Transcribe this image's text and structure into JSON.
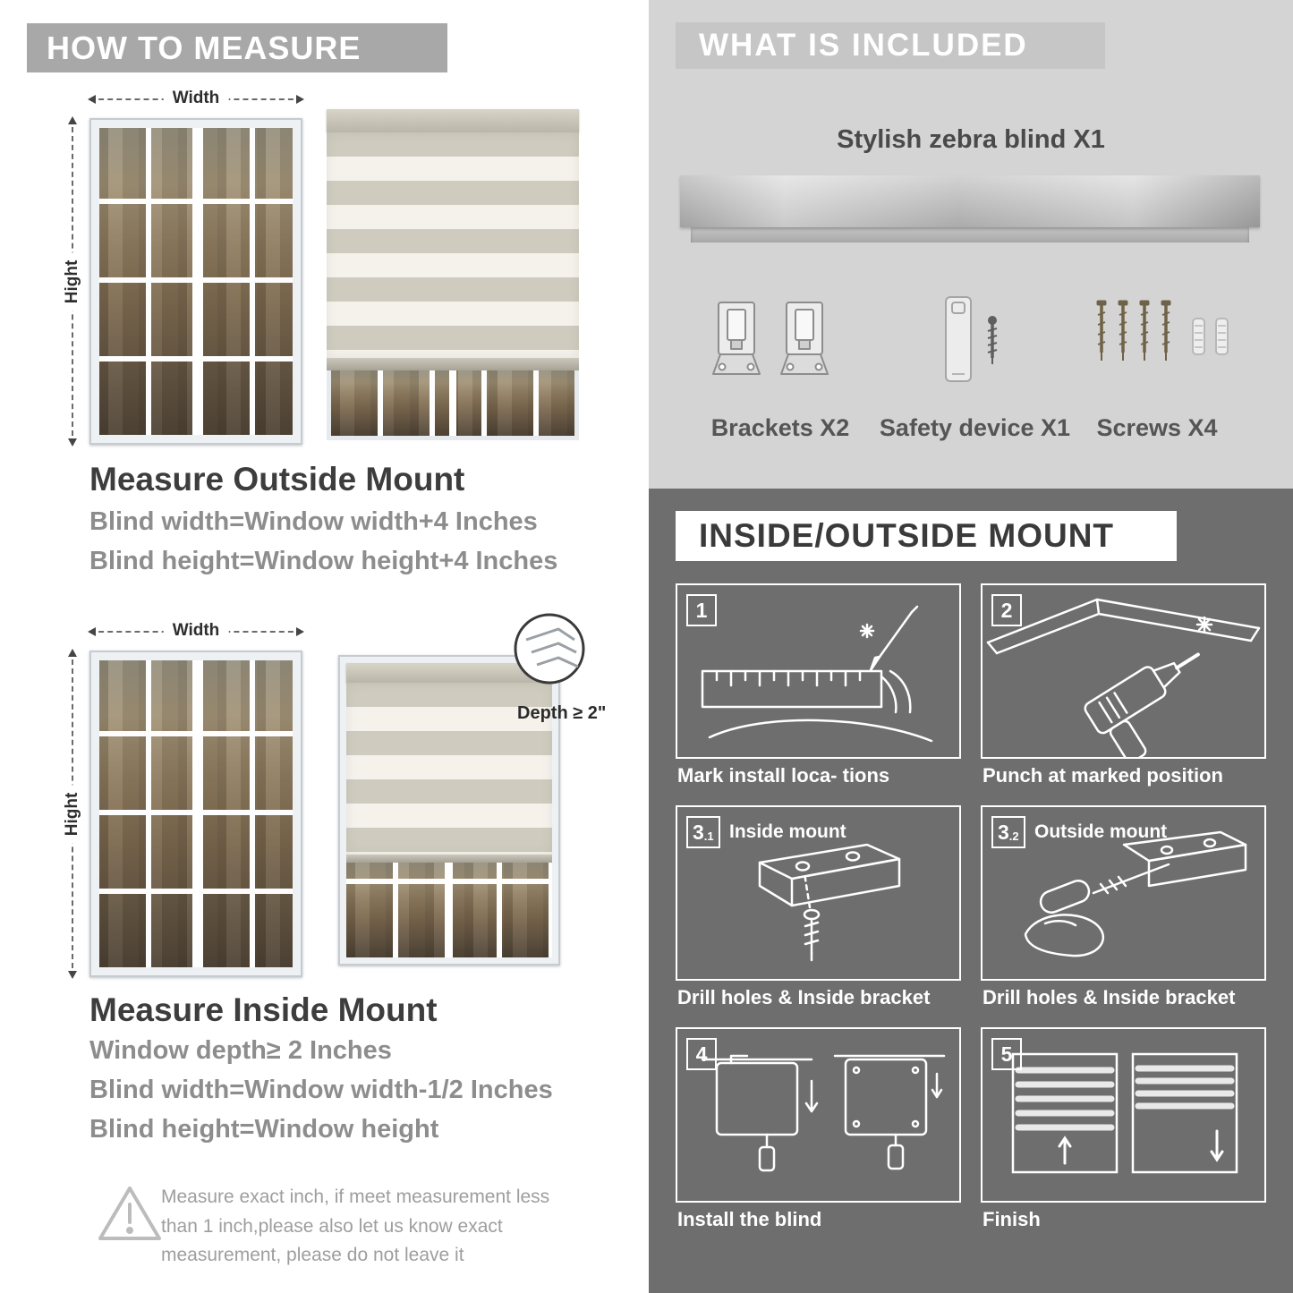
{
  "colors": {
    "left_header_bg": "#a8a8a8",
    "included_bg": "#d4d4d4",
    "included_header_bg": "#c6c6c6",
    "mount_bg": "#6e6e6e",
    "heading_text": "#3d3d3d",
    "formula_text": "#8d8d8d"
  },
  "measure": {
    "header": "HOW TO MEASURE",
    "width_label": "Width",
    "height_label": "Hight",
    "outside": {
      "title": "Measure Outside Mount",
      "line1": "Blind width=Window width+4 Inches",
      "line2": "Blind height=Window height+4 Inches"
    },
    "inside": {
      "depth_note": "Depth ≥ 2\"",
      "title": "Measure Inside Mount",
      "line1": "Window depth≥ 2 Inches",
      "line2": "Blind width=Window width-1/2 Inches",
      "line3": "Blind height=Window height"
    },
    "warning": "Measure exact inch, if meet measurement less than 1 inch,please also let us know exact measurement, please do not leave it"
  },
  "included": {
    "header": "WHAT IS INCLUDED",
    "blind_label": "Stylish zebra blind X1",
    "items": [
      {
        "label": "Brackets X2"
      },
      {
        "label": "Safety device X1"
      },
      {
        "label": "Screws X4"
      }
    ]
  },
  "mount": {
    "header": "INSIDE/OUTSIDE MOUNT",
    "steps": [
      {
        "num": "1",
        "sub": "",
        "inner_label": "",
        "caption": "Mark install loca- tions"
      },
      {
        "num": "2",
        "sub": "",
        "inner_label": "",
        "caption": "Punch at  marked position"
      },
      {
        "num": "3",
        "sub": ".1",
        "inner_label": "Inside mount",
        "caption": "Drill holes &  Inside bracket"
      },
      {
        "num": "3",
        "sub": ".2",
        "inner_label": "Outside mount",
        "caption": "Drill holes &  Inside bracket"
      },
      {
        "num": "4",
        "sub": "",
        "inner_label": "",
        "caption": "Install the blind"
      },
      {
        "num": "5",
        "sub": "",
        "inner_label": "",
        "caption": "Finish"
      }
    ]
  }
}
